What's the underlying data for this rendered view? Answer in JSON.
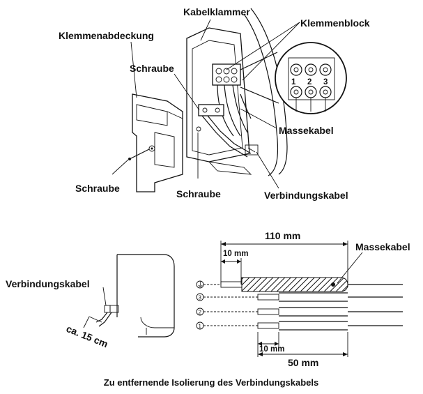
{
  "labels": {
    "kabelklammer": "Kabelklammer",
    "klemmenblock": "Klemmenblock",
    "klemmenabdeckung": "Klemmenabdeckung",
    "schraube_top": "Schraube",
    "schraube_left": "Schraube",
    "schraube_center": "Schraube",
    "massekabel_top": "Massekabel",
    "verbindungskabel_top": "Verbindungskabel",
    "verbindungskabel_left": "Verbindungskabel",
    "ca_15cm": "ca. 15 cm",
    "massekabel_bottom": "Massekabel",
    "dim_110": "110 mm",
    "dim_10_top": "10 mm",
    "dim_10_bottom": "10 mm",
    "dim_50": "50 mm"
  },
  "terminal_numbers": [
    "1",
    "2",
    "3"
  ],
  "wire_markers": [
    "⏚",
    "3",
    "2",
    "1"
  ],
  "caption": "Zu entfernende Isolierung des Verbindungskabels"
}
